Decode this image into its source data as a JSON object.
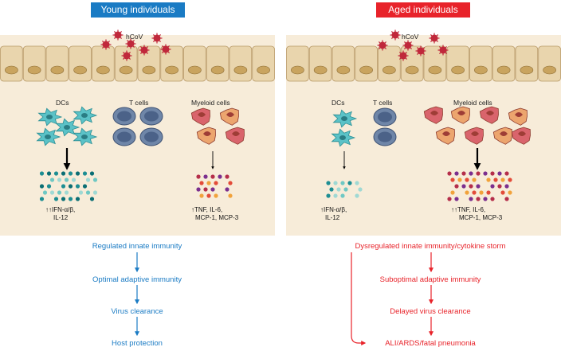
{
  "panels": {
    "young": {
      "title": "Young individuals",
      "virus_label": "hCoV",
      "cell_labels": {
        "dcs": "DCs",
        "tcells": "T cells",
        "myeloid": "Myeloid cells"
      },
      "outputs": {
        "left": {
          "arrows": "↑↑",
          "line1": "IFN-α/β,",
          "line2": "IL-12"
        },
        "right": {
          "arrows": "↑",
          "line1": "TNF, IL-6,",
          "line2": "MCP-1, MCP-3"
        }
      },
      "flow": [
        "Regulated innate immunity",
        "Optimal adaptive immunity",
        "Virus clearance",
        "Host protection"
      ]
    },
    "aged": {
      "title": "Aged individuals",
      "virus_label": "hCoV",
      "cell_labels": {
        "dcs": "DCs",
        "tcells": "T cells",
        "myeloid": "Myeloid cells"
      },
      "outputs": {
        "left": {
          "arrows": "↑",
          "line1": "IFN-α/β,",
          "line2": "IL-12"
        },
        "right": {
          "arrows": "↑↑",
          "line1": "TNF, IL-6,",
          "line2": "MCP-1, MCP-3"
        }
      },
      "flow": [
        "Dysregulated innate immunity/cytokine storm",
        "Suboptimal adaptive immunity",
        "Delayed virus clearance",
        "ALI/ARDS/fatal pneumonia"
      ]
    }
  },
  "colors": {
    "young_accent": "#1a7bc4",
    "aged_accent": "#e8232a",
    "background": "#f7ecd9",
    "epithelium": "#e9d5ad",
    "nucleus": "#c9a45f",
    "virus": "#c0283b",
    "dc": "#5bc2c7",
    "tcell": "#6f86a8",
    "myeloid_red": "#d9646c",
    "myeloid_orange": "#eca56e"
  }
}
